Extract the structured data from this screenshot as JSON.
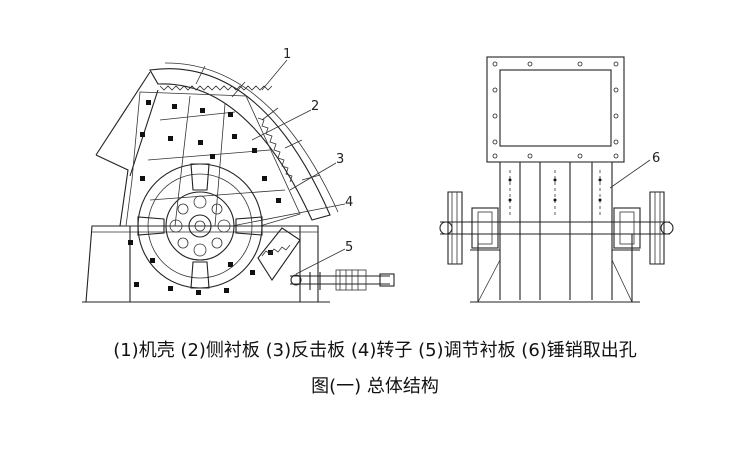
{
  "diagram": {
    "callouts": [
      "1",
      "2",
      "3",
      "4",
      "5",
      "6"
    ],
    "legend": "(1)机壳 (2)侧衬板 (3)反击板 (4)转子 (5)调节衬板 (6)锤销取出孔",
    "caption": "图(一)  总体结构"
  }
}
